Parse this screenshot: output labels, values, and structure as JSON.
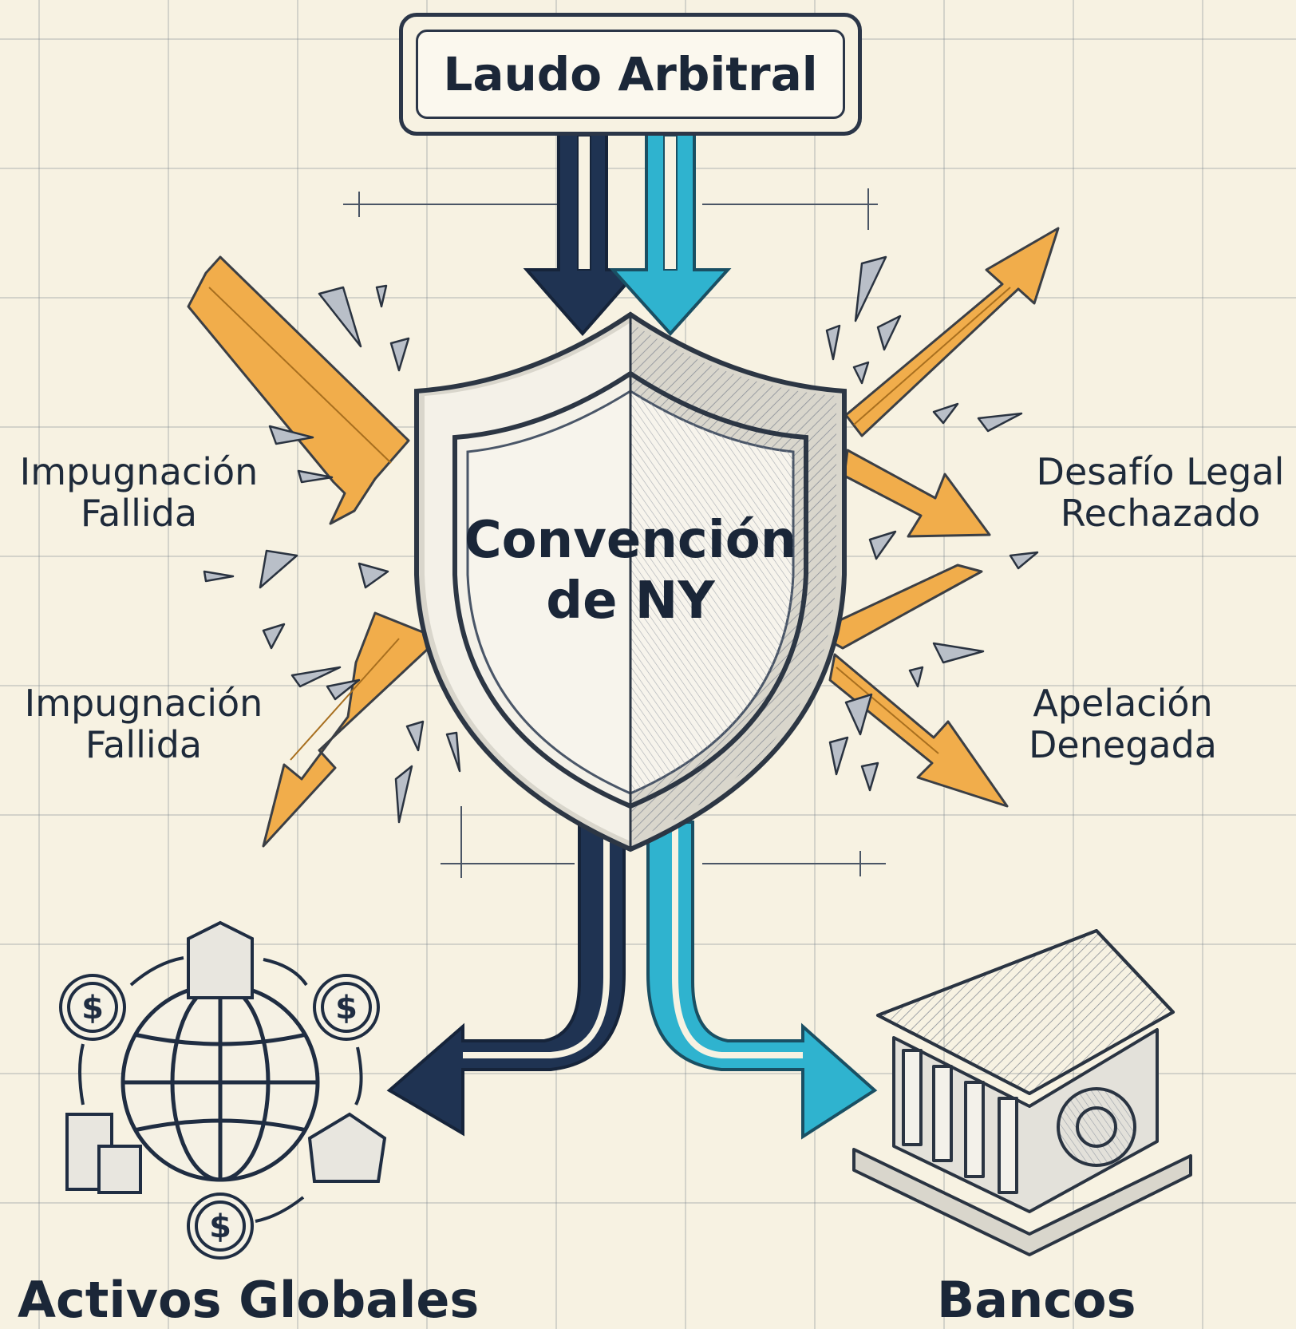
{
  "title": "Laudo Arbitral",
  "shield": {
    "line1": "Convención",
    "line2": "de NY"
  },
  "labels": {
    "top_left": "Impugnación\nFallida",
    "bottom_left": "Impugnación\nFallida",
    "top_right": "Desafío Legal\nRechazado",
    "bottom_right": "Apelación\nDenegada"
  },
  "destinations": {
    "left": "Activos Globales",
    "right": "Bancos"
  },
  "icons": {
    "shield": "shield-icon",
    "globe": "globe-icon",
    "bank": "bank-building-icon",
    "currency": "dollar-coin-icon",
    "office": "office-building-icon"
  },
  "colors": {
    "navy": "#1f3352",
    "teal": "#2fb3cf",
    "orange": "#f1ad4b",
    "ink": "#1b2738",
    "paper": "#f7f2e2"
  }
}
